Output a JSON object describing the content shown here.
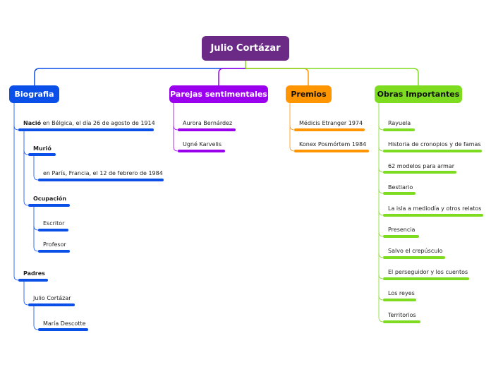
{
  "colors": {
    "root": "#6a2a86",
    "biografia": "#0a4fe8",
    "parejas": "#9b00ee",
    "premios": "#ff9500",
    "obras": "#7ddc1f"
  },
  "root": {
    "label": "Julio Cortázar"
  },
  "biografia": {
    "label": "Biografia",
    "nacio": {
      "bold": "Nació",
      "text": " en Bélgica, el día 26 de agosto de 1914"
    },
    "murio": {
      "label": "Murió",
      "detail": "en París, Francia, el 12 de febrero de 1984"
    },
    "ocupacion": {
      "label": "Ocupación",
      "items": [
        "Escritor",
        "Profesor"
      ]
    },
    "padres": {
      "label": "Padres",
      "items": [
        "Julio Cortázar",
        "María Descotte"
      ]
    }
  },
  "parejas": {
    "label": "Parejas sentimentales",
    "items": [
      "Aurora Bernárdez",
      "Ugné Karvelis"
    ]
  },
  "premios": {
    "label": "Premios",
    "items": [
      "Médicis Etranger 1974",
      "Konex Posmórtem 1984"
    ]
  },
  "obras": {
    "label": "Obras Importantes",
    "items": [
      "Rayuela",
      "Historia de cronopios y de famas",
      "62 modelos para armar",
      "Bestiario",
      "La isla a mediodía y otros relatos",
      "Presencia",
      "Salvo el crepúsculo",
      "El perseguidor y los cuentos",
      "Los reyes",
      "Territorios"
    ]
  }
}
